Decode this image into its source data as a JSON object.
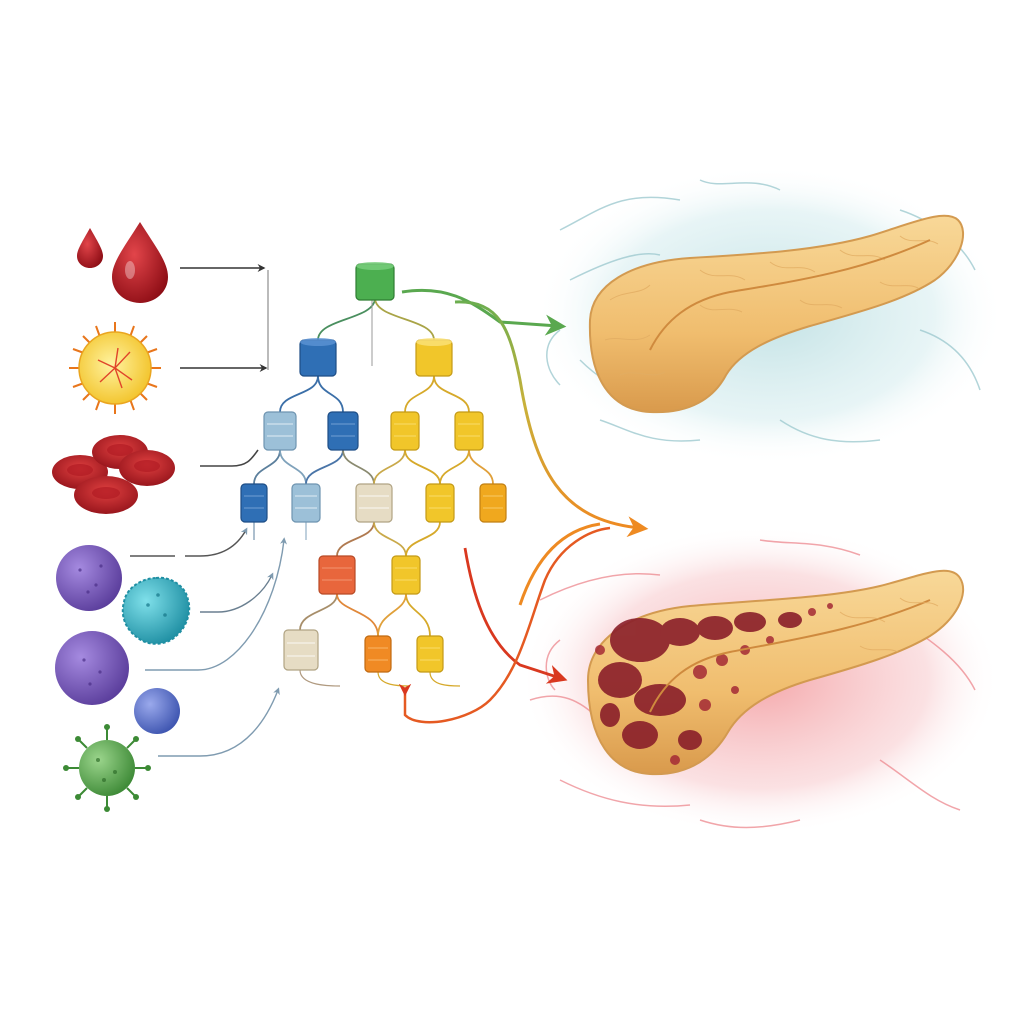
{
  "colors": {
    "background": "#ffffff",
    "blood_red": "#b5121b",
    "yellow_cell": "#f6d43a",
    "purple_cell": "#7a5bb8",
    "cyan_cell": "#2fb3c7",
    "blue_cell": "#5a72c8",
    "green_cell": "#4fa04a",
    "node_green": "#4caf50",
    "node_blue_dark": "#2f6fb5",
    "node_blue_light": "#9cc0d8",
    "node_beige": "#e6dcc4",
    "node_yellow": "#f1c62a",
    "node_orange": "#f08a24",
    "node_orange_red": "#e8663c",
    "arrow_green": "#5aa84f",
    "arrow_orange": "#ee8a22",
    "arrow_red": "#d9381f",
    "pancreas": "#f2c27a",
    "healthy_halo": "#bfe0e3",
    "inflamed_halo": "#f4a3a6",
    "lesion": "#8a1f2a"
  },
  "diagram": {
    "inputs": [
      {
        "id": "blood-drops",
        "icon": "blood-drop-icon"
      },
      {
        "id": "yellow-spiked-cell",
        "icon": "spiked-cell-icon"
      },
      {
        "id": "red-blood-cells",
        "icon": "red-blood-cell-icon"
      },
      {
        "id": "purple-cell-large",
        "icon": "round-cell-icon"
      },
      {
        "id": "cyan-cell",
        "icon": "bumpy-cell-icon"
      },
      {
        "id": "purple-cell-medium",
        "icon": "round-cell-icon"
      },
      {
        "id": "blue-cell-small",
        "icon": "round-cell-icon"
      },
      {
        "id": "green-virus",
        "icon": "virus-icon"
      }
    ],
    "network_layers": 6,
    "outputs": [
      {
        "id": "healthy-pancreas",
        "icon": "pancreas-icon",
        "state": "healthy"
      },
      {
        "id": "diseased-pancreas",
        "icon": "pancreas-icon",
        "state": "inflamed"
      }
    ]
  }
}
